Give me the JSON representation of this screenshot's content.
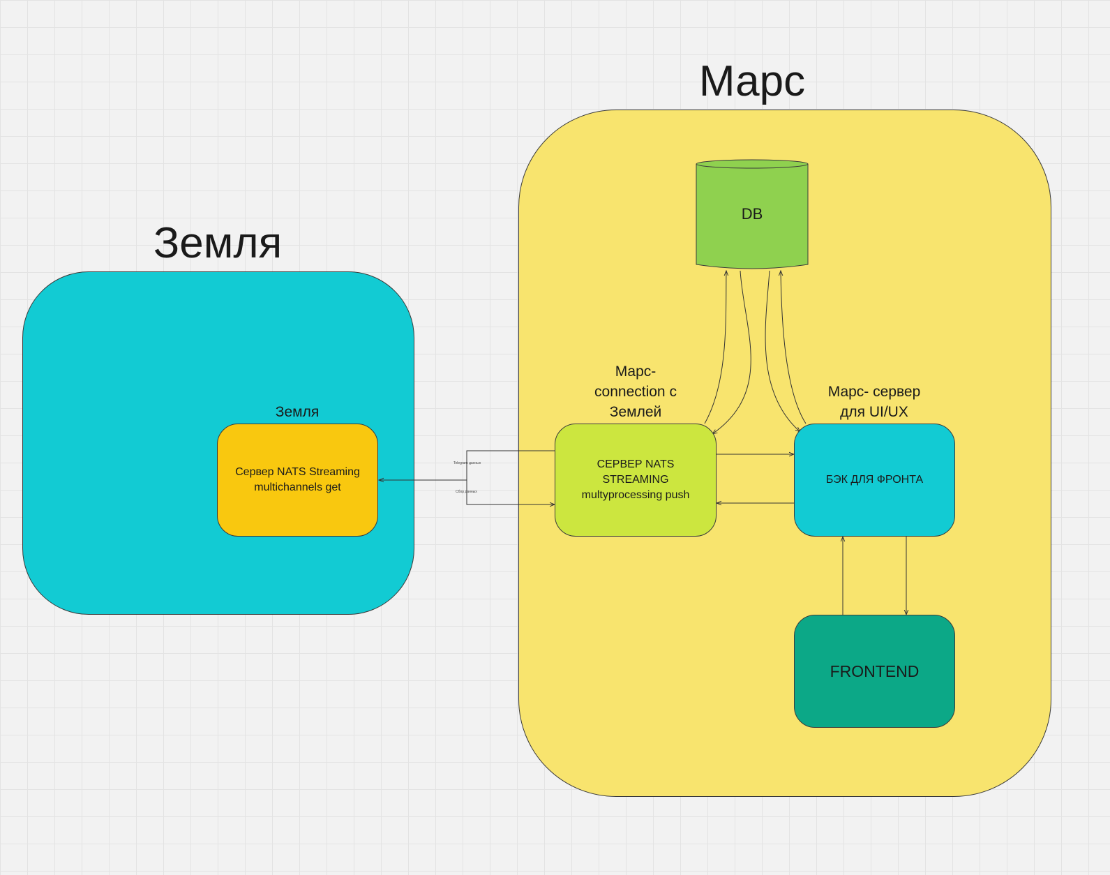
{
  "colors": {
    "earth": "#12cbd3",
    "mars": "#f8e46e",
    "earth_server": "#f9c80f",
    "mars_connection": "#cce63f",
    "backend": "#12cbd3",
    "frontend": "#0ca887",
    "db": "#8fd14f"
  },
  "earth": {
    "title": "Земля",
    "node_caption": "Земля",
    "node_label": "Сервер NATS Streaming\nmultichannels get"
  },
  "mars": {
    "title": "Марс",
    "db_label": "DB",
    "connection_caption": "Марс-\nconnection с\nЗемлей",
    "connection_label": "СЕРВЕР NATS STREAMING\nmultyprocessing push",
    "ui_caption": "Марс- сервер\nдля UI/UX",
    "backend_label": "БЭК ДЛЯ ФРОНТА",
    "frontend_label": "FRONTEND"
  },
  "links": {
    "upper_label": "Telegram данных",
    "lower_label": "Сбор данных"
  }
}
